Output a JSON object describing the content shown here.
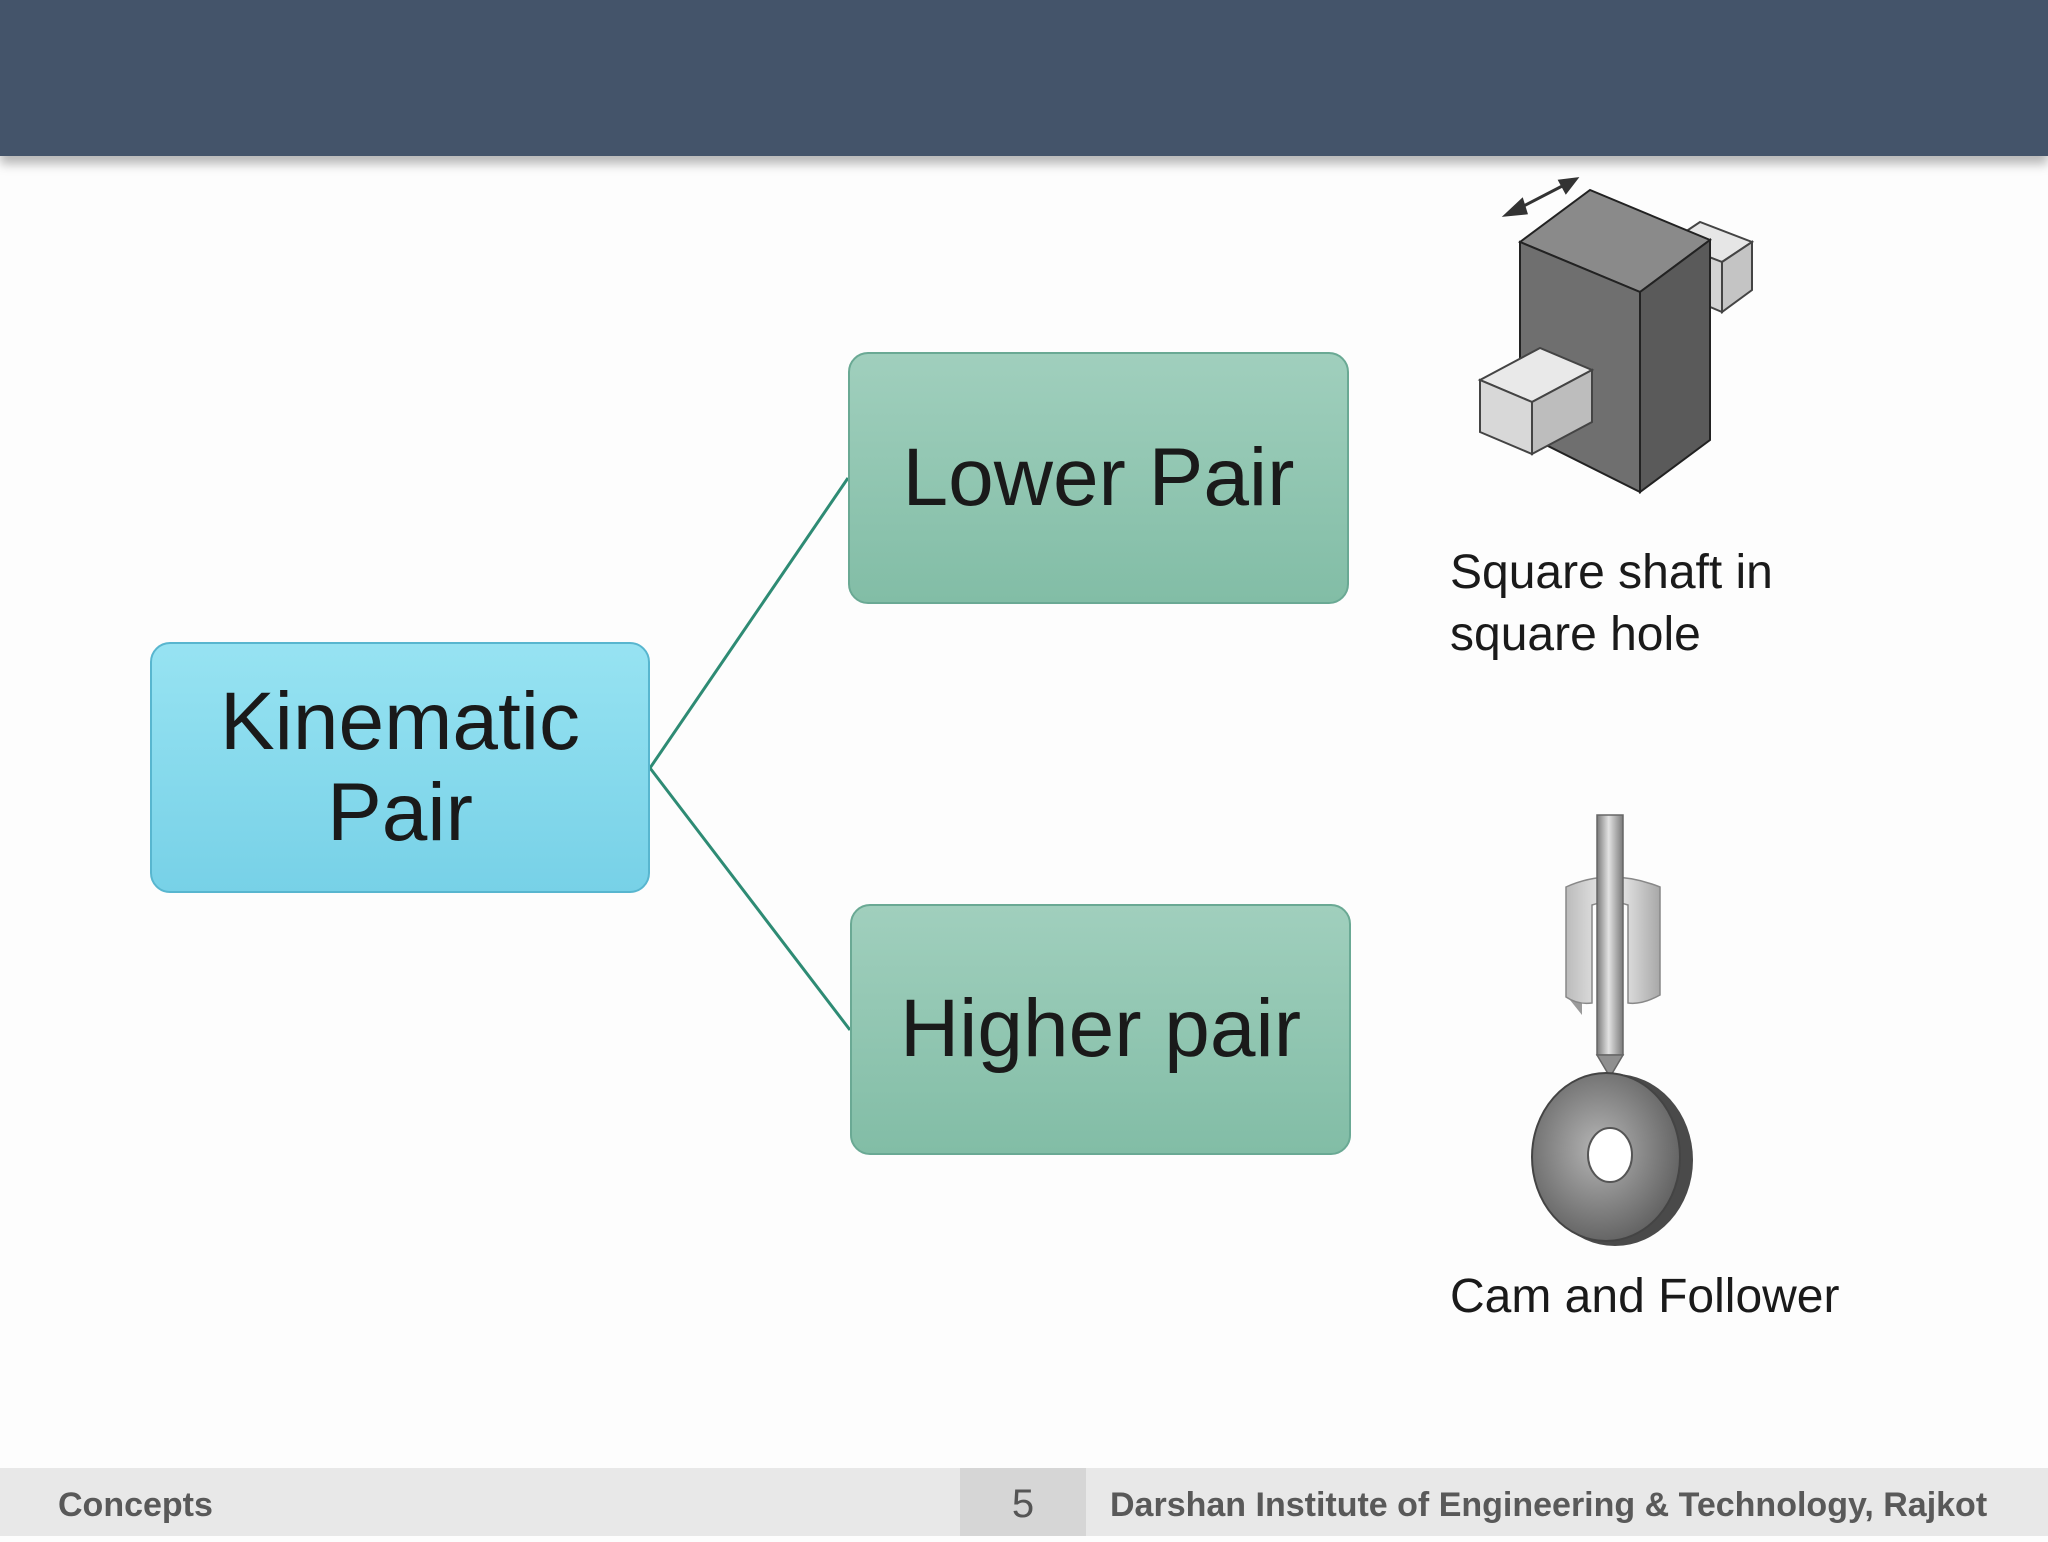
{
  "diagram": {
    "root": {
      "label": "Kinematic\nPair"
    },
    "children": [
      {
        "label": "Lower Pair",
        "example_caption": "Square shaft in\nsquare hole"
      },
      {
        "label": "Higher pair",
        "example_caption": "Cam and Follower"
      }
    ]
  },
  "footer": {
    "left_text": "Concepts",
    "page_number": "5",
    "right_text": "Darshan Institute of Engineering & Technology, Rajkot"
  },
  "colors": {
    "header": "#44546a",
    "root_fill": "#87daed",
    "child_fill": "#90c6b1",
    "connector": "#2e8b74"
  }
}
